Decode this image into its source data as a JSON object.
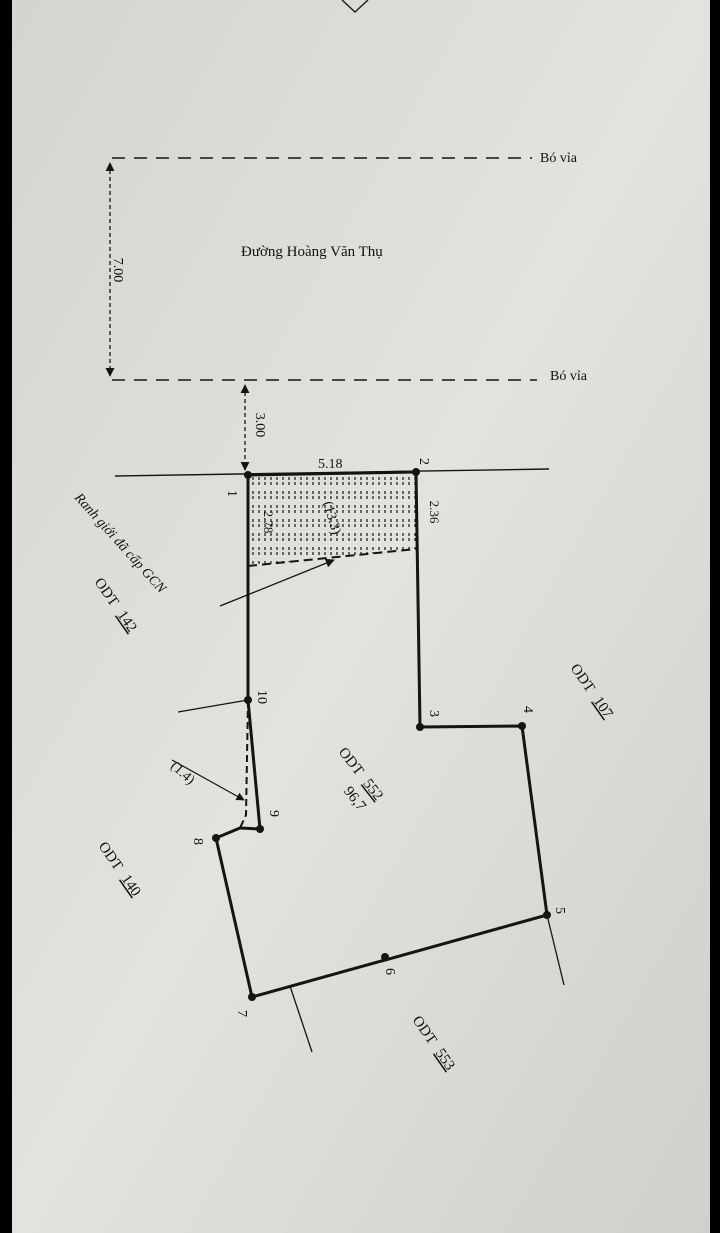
{
  "street": {
    "name": "Đường Hoàng Văn Thụ",
    "curb_label_top": "Bó vỉa",
    "curb_label_bottom": "Bó vỉa",
    "width_dim": "7.00",
    "setback_dim": "3.00"
  },
  "parcel": {
    "code": "ODT",
    "number": "552",
    "area": "96,7"
  },
  "strip": {
    "label": "(13.3)",
    "dim_top": "5.18",
    "dim_left": "2.78",
    "dim_right": "2.36",
    "boundary_note": "Ranh giới đã cấp GCN"
  },
  "small_area": "(1.4)",
  "neighbors": [
    {
      "code": "ODT",
      "number": "142"
    },
    {
      "code": "ODT",
      "number": "107"
    },
    {
      "code": "ODT",
      "number": "140"
    },
    {
      "code": "ODT",
      "number": "553"
    }
  ],
  "vertices": [
    "1",
    "2",
    "3",
    "4",
    "5",
    "6",
    "7",
    "8",
    "9",
    "10"
  ],
  "colors": {
    "paper": "#dcdcd8",
    "ink": "#141414",
    "background": "#000000"
  }
}
